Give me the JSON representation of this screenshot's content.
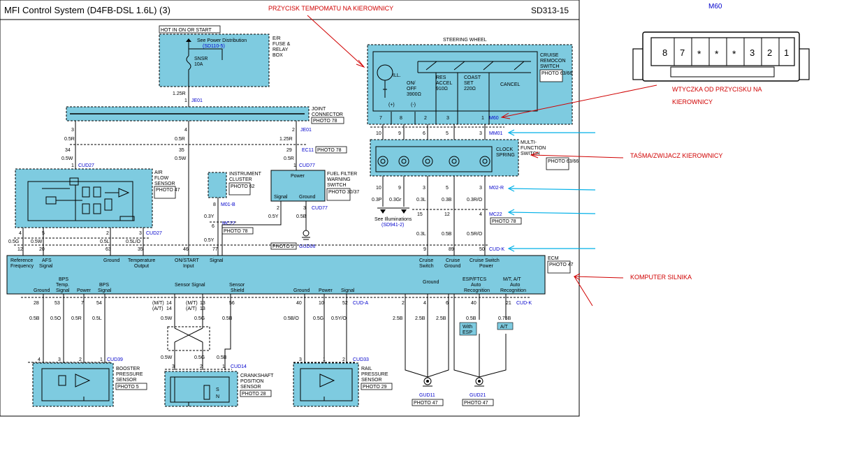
{
  "header": {
    "title": "MFI Control System (D4FB-DSL 1.6L) (3)",
    "code": "SD313-15"
  },
  "annotations": {
    "cruise_button": "PRZYCISK TEMPOMATU NA KIEROWNICY",
    "plug_line1": "WTYCZKA OD PRZYCISKU NA",
    "plug_line2": "KIEROWNICY",
    "clock_spring": "TAŚMA/ZWIJACZ KIEROWNICY",
    "ecm": "KOMPUTER SILNIKA"
  },
  "connector": {
    "title": "M60",
    "pins": [
      "8",
      "7",
      "*",
      "*",
      "*",
      "3",
      "2",
      "1"
    ]
  },
  "fuse_box": {
    "hot": "HOT IN ON OR START",
    "see": "See Power Distribution",
    "see_ref": "(SD110-5)",
    "fuse": "SNSR",
    "amps": "10A",
    "label": [
      "E/R",
      "FUSE &",
      "RELAY",
      "BOX"
    ],
    "wire": "1.25R",
    "pin": "1",
    "conn": "JE01"
  },
  "joint": {
    "label": [
      "JOINT",
      "CONNECTOR"
    ],
    "photo": "PHOTO 78",
    "pins": [
      "3",
      "4",
      "2"
    ],
    "conn": "JE01",
    "wires": [
      "0.5R",
      "0.5R",
      "1.25R"
    ]
  },
  "ec11": {
    "pins": [
      "34",
      "35",
      "29"
    ],
    "conn": "EC11",
    "photo": "PHOTO 78",
    "wires": [
      "0.5W",
      "0.5W",
      "0.5R"
    ]
  },
  "airflow": {
    "label": [
      "AIR",
      "FLOW",
      "SENSOR"
    ],
    "photo": "PHOTO 47",
    "conn_top": "CUD27",
    "top_pin": "1",
    "conn_bot": "CUD27",
    "pins": [
      "4",
      "5",
      "2",
      "3"
    ],
    "wires": [
      "0.5G",
      "0.5W",
      "0.5L",
      "0.5L/O"
    ]
  },
  "instrument": {
    "label": [
      "INSTRUMENT",
      "CLUSTER"
    ],
    "photo": "PHOTO 62",
    "pin": "8",
    "conn": "M01-B",
    "wire": "0.3Y",
    "pin2": "6",
    "conn2": "MC22",
    "photo2": "PHOTO 78",
    "wire2": "0.5Y"
  },
  "fuel_filter": {
    "power": "Power",
    "signal": "Signal",
    "ground": "Ground",
    "label": [
      "FUEL FILTER",
      "WARNING",
      "SWITCH"
    ],
    "photo": "PHOTO 30/37",
    "top_pin": "1",
    "conn_top": "CUD77",
    "pins": [
      "2",
      "3"
    ],
    "conn": "CUD77",
    "wires": [
      "0.5Y",
      "0.5B"
    ],
    "photo_g": "PHOTO 5",
    "gnd": "GUD06"
  },
  "steering": {
    "label": "STEERING WHEEL",
    "switch_label": [
      "CRUISE",
      "REMOCON",
      "SWITCH"
    ],
    "photo": "PHOTO 63/66",
    "ill": "ILL.",
    "onoff": [
      "ON/",
      "OFF",
      "3900Ω"
    ],
    "res": [
      "RES",
      "ACCEL",
      "910Ω"
    ],
    "coast": [
      "COAST",
      "SET",
      "220Ω"
    ],
    "cancel": "CANCEL",
    "plus": "(+)",
    "minus": "(-)",
    "pins": [
      "7",
      "8",
      "2",
      "3",
      "1"
    ],
    "conn": "M60"
  },
  "mm01": {
    "pins": [
      "10",
      "9",
      "6",
      "5",
      "3"
    ],
    "conn": "MM01"
  },
  "clockspring": {
    "label": [
      "MULTI-",
      "FUNCTION",
      "SWITCH"
    ],
    "clock": [
      "CLOCK",
      "SPRING"
    ],
    "photo": "PHOTO 63/66",
    "pins": [
      "10",
      "9",
      "3",
      "5",
      "3"
    ],
    "conn": "M02-R",
    "wires": [
      "0.3P",
      "0.3Gr",
      "0.3L",
      "0.3B",
      "0.3R/O"
    ],
    "see_ill": "See Illuminations",
    "see_ref": "(SD941-2)"
  },
  "mc22": {
    "pins": [
      "15",
      "12",
      "4"
    ],
    "conn": "MC22",
    "photo": "PHOTO 78",
    "wires": [
      "0.3L",
      "0.5B",
      "0.5R/O"
    ]
  },
  "ecm": {
    "label": "ECM",
    "photo": "PHOTO 47",
    "top_pins": [
      "12",
      "20",
      "63",
      "35",
      "46",
      "77",
      "9",
      "89",
      "50"
    ],
    "conn_top": "CUD-K",
    "top_labels": [
      [
        "Reference",
        "Frequency"
      ],
      [
        "AFS",
        "Signal"
      ],
      [
        "Ground"
      ],
      [
        "Temperature",
        "Output"
      ],
      [
        "ON/START",
        "Input"
      ],
      [
        "Signal"
      ],
      [
        "Cruise",
        "Switch"
      ],
      [
        "Cruise",
        "Ground"
      ],
      [
        "Cruise Switch",
        "Power"
      ]
    ],
    "bot_labels": [
      [
        "Ground"
      ],
      [
        "BPS",
        "Temp.",
        "Signal"
      ],
      [
        "Power"
      ],
      [
        "BPS",
        "Signal"
      ],
      [
        "Sensor Signal"
      ],
      [
        "Sensor",
        "Shield"
      ],
      [
        "Ground"
      ],
      [
        "Power"
      ],
      [
        "Signal"
      ],
      [
        "Ground"
      ],
      [
        "ESP/FTCS",
        "Auto",
        "Recognition"
      ],
      [
        "M/T, A/T",
        "Auto",
        "Recognition"
      ]
    ],
    "bot_pins": [
      "28",
      "53",
      "7",
      "54",
      "14",
      "13",
      "56",
      "40",
      "10",
      "52",
      "2",
      "4",
      "6",
      "40",
      "21"
    ],
    "mt": "(M/T)",
    "at": "(A/T)",
    "alt_pins": [
      "14",
      "13"
    ],
    "conn_a": "CUD-A",
    "conn_k": "CUD-K"
  },
  "bottom_wires": {
    "bps": [
      "0.5B",
      "0.5O",
      "0.5R",
      "0.5L"
    ],
    "crank": [
      "0.5W",
      "0.5G",
      "0.5B"
    ],
    "rail": [
      "0.5B/O",
      "0.5G",
      "0.5Y/O"
    ],
    "gnd": [
      "2.5B",
      "2.5B",
      "2.5B"
    ],
    "esp": "0.5B",
    "at": "0.75B",
    "with_esp": [
      "With",
      "ESP"
    ],
    "at_tag": "A/T",
    "crank_low": [
      "0.5W",
      "0.5G",
      "0.5B"
    ]
  },
  "booster": {
    "label": [
      "BOOSTER",
      "PRESSURE",
      "SENSOR"
    ],
    "photo": "PHOTO 5",
    "pins": [
      "4",
      "3",
      "2",
      "1"
    ],
    "conn": "CUD39"
  },
  "crankshaft": {
    "label": [
      "CRANKSHAFT",
      "POSITION",
      "SENSOR"
    ],
    "photo": "PHOTO 28",
    "pins": [
      "3",
      "2",
      "1"
    ],
    "conn": "CUD14",
    "sn": [
      "S",
      "N"
    ]
  },
  "rail": {
    "label": [
      "RAIL",
      "PRESSURE",
      "SENSOR"
    ],
    "photo": "PHOTO 29",
    "pins": [
      "3",
      "1",
      "2"
    ],
    "conn": "CUD33"
  },
  "grounds": {
    "g1": "GUD11",
    "g1_photo": "PHOTO 47",
    "g2": "GUD21",
    "g2_photo": "PHOTO 47"
  }
}
